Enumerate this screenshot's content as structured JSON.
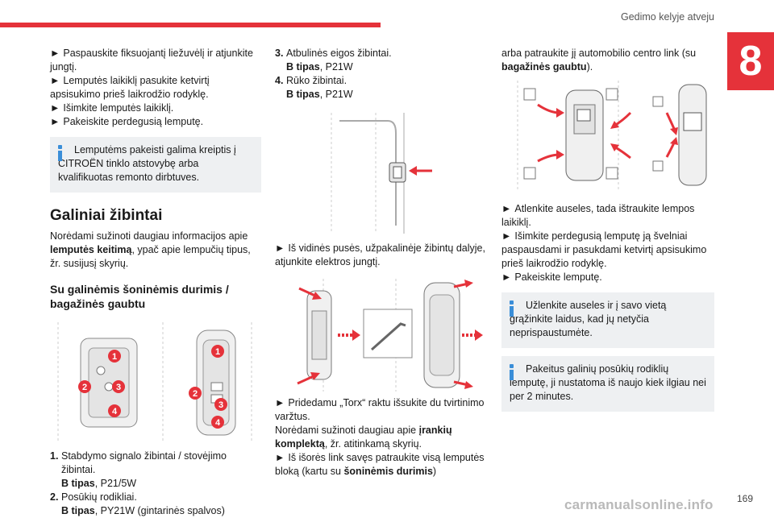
{
  "header": {
    "title": "Gedimo kelyje atveju",
    "chapter": "8"
  },
  "col1": {
    "steps": [
      "Paspauskite fiksuojantį liežuvėlį ir atjunkite jungtį.",
      "Lemputės laikiklį pasukite ketvirtį apsisukimo prieš laikrodžio rodyklę.",
      "Išimkite lemputės laikiklį.",
      "Pakeiskite perdegusią lemputę."
    ],
    "bullet": "►",
    "info": "Lemputėms pakeisti galima kreiptis į CITROËN tinklo atstovybę arba kvalifikuotas remonto dirbtuves.",
    "section_title": "Galiniai žibintai",
    "intro_pre": "Norėdami sužinoti daugiau informacijos apie ",
    "intro_bold": "lemputės keitimą",
    "intro_post": ", ypač apie lempučių tipus, žr. susijusį skyrių.",
    "subtitle": "Su galinėmis šoninėmis durimis / bagažinės gaubtu",
    "callouts": [
      "1",
      "2",
      "3",
      "4"
    ],
    "list": [
      {
        "num": "1.",
        "text": "Stabdymo signalo žibintai / stovėjimo žibintai.",
        "type_label": "B tipas",
        "type_value": ", P21/5W"
      },
      {
        "num": "2.",
        "text": "Posūkių rodikliai.",
        "type_label": "B tipas",
        "type_value": ", PY21W (gintarinės spalvos)"
      }
    ]
  },
  "col2": {
    "list": [
      {
        "num": "3.",
        "text": "Atbulinės eigos žibintai.",
        "type_label": "B tipas",
        "type_value": ", P21W"
      },
      {
        "num": "4.",
        "text": "Rūko žibintai.",
        "type_label": "B tipas",
        "type_value": ", P21W"
      }
    ],
    "step_a": "Iš vidinės pusės, užpakalinėje žibintų dalyje, atjunkite elektros jungtį.",
    "step_b": "Pridedamu „Torx“ raktu išsukite du tvirtinimo varžtus.",
    "tools_pre": "Norėdami sužinoti daugiau apie ",
    "tools_bold": "įrankių komplektą",
    "tools_post": ", žr. atitinkamą skyrių.",
    "step_c_pre": "Iš išorės link savęs patraukite visą lemputės bloką (kartu su ",
    "step_c_bold": "šoninėmis durimis",
    "step_c_post": ")"
  },
  "col3": {
    "cont_pre": "arba patraukite jį automobilio centro link (su ",
    "cont_bold": "bagažinės gaubtu",
    "cont_post": ").",
    "steps": [
      "Atlenkite auseles, tada ištraukite lempos laikiklį.",
      "Išimkite perdegusią lemputę ją švelniai paspausdami ir pasukdami ketvirtį apsisukimo prieš laikrodžio rodyklę.",
      "Pakeiskite lemputę."
    ],
    "info1": "Užlenkite auseles ir į savo vietą grąžinkite laidus, kad jų netyčia neprispaustumėte.",
    "info2": "Pakeitus galinių posūkių rodiklių lemputę, ji nustatoma iš naujo kiek ilgiau nei per 2 minutes."
  },
  "footer": {
    "page": "169",
    "watermark": "carmanualsonline.info"
  },
  "colors": {
    "accent": "#e5323a",
    "info": "#3a8ed8",
    "infobox_bg": "#eef0f2"
  }
}
